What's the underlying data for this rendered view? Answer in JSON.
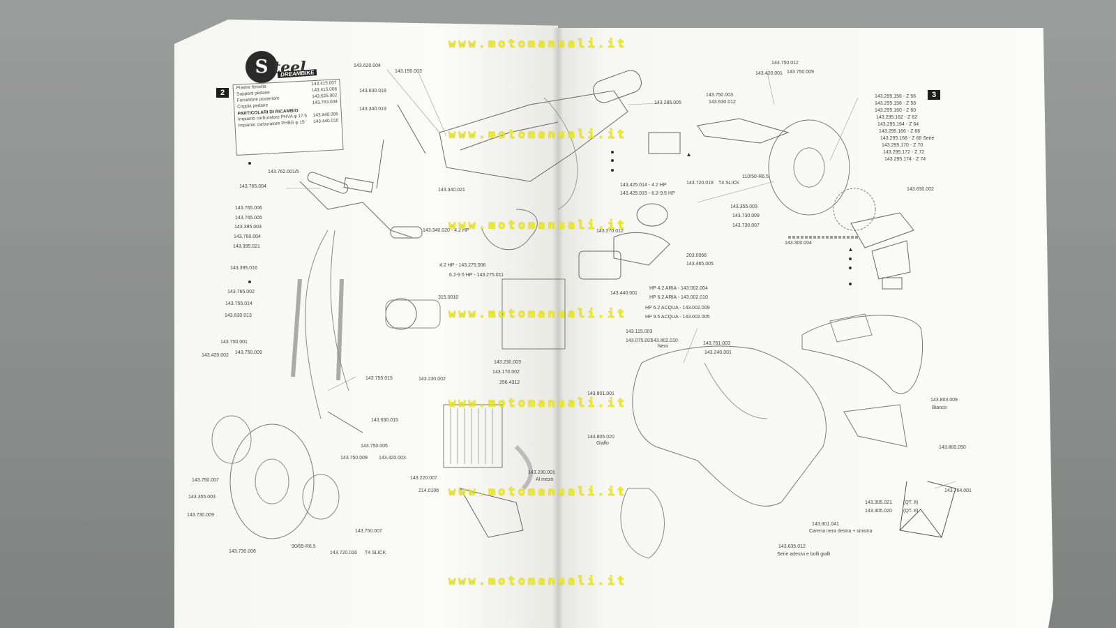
{
  "watermark_text": "www.motomanuali.it",
  "page_left": {
    "page_number": "2",
    "logo_main": "steel",
    "logo_sub": "DREAMBIKE",
    "legend": {
      "rows": [
        {
          "label": "Piastre forcella",
          "code": "143.415.007"
        },
        {
          "label": "Supporti pedane",
          "code": "143.415.008"
        },
        {
          "label": "Forcellone posteriore",
          "code": "143.625.002"
        },
        {
          "label": "Coppia pedane",
          "code": "143.763.004"
        }
      ],
      "heading": "PARTICOLARI DI RICAMBIO",
      "spare_rows": [
        {
          "label": "Impianto carburatore PHVA φ 17.5",
          "code": "143.440.006"
        },
        {
          "label": "Impianto carburatore PHBG φ 15",
          "code": "143.440.010"
        }
      ]
    },
    "labels": [
      "143.620.004",
      "143.190.003",
      "143.630.018",
      "143.340.019",
      "143.762.001/5",
      "143.765.004",
      "143.765.006",
      "143.765.005",
      "143.395.003",
      "143.760.004",
      "143.395.021",
      "143.395.016",
      "143.765.002",
      "143.755.014",
      "143.630.013",
      "143.750.001",
      "143.420.002",
      "143.750.009",
      "143.755.015",
      "143.630.015",
      "143.750.005",
      "143.750.009",
      "143.420.003",
      "143.750.007",
      "143.355.003",
      "143.730.009",
      "143.750.007",
      "143.730.006",
      "90/65-R6.5",
      "143.720.016",
      "T4 SLICK",
      "143.340.021",
      "143.340.020 - 4.2 HP",
      "4.2 HP - 143.275.006",
      "6.2-9.5 HP - 143.275.011",
      "315.0010",
      "143.230.002",
      "143.220.007",
      "214.0106",
      "143.230.001",
      "Al mezo"
    ]
  },
  "page_right": {
    "page_number": "3",
    "labels": [
      "143.750.012",
      "143.420.001",
      "143.750.009",
      "143.750.003",
      "143.630.012",
      "143.285.005",
      "143.425.014 - 4.2 HP",
      "143.425.015 - 6.2-9.5 HP",
      "143.720.018",
      "T4 SLICK",
      "110/50-R6.5",
      "143.355.003",
      "143.730.009",
      "143.730.007",
      "143.300.004",
      "143.630.002",
      "143.270.012",
      "203.0066",
      "143.465.005",
      "143.440.001",
      "HP 4.2 ARIA - 143.002.004",
      "HP 6.2 ARIA - 143.002.010",
      "HP 6.2 ACQUA - 143.002.009",
      "HP 9.5 ACQUA - 143.002.005",
      "143.115.003",
      "143.075.007",
      "143.230.003",
      "143.170.002",
      "256.4312",
      "143.802.010",
      "Nero",
      "143.761.003",
      "143.240.001",
      "143.801.001",
      "143.805.020",
      "Giallo",
      "143.803.009",
      "Bianco",
      "143.800.050",
      "143.764.001",
      "143.305.021",
      "(QT. 8)",
      "143.305.020",
      "(QT. 8)",
      "143.801.041",
      "Carena nera destra + sinistra",
      "143.635.012",
      "Serie adesivi e bolli gialli"
    ],
    "sprockets": [
      "143.295.156 - Z 56",
      "143.295.158 - Z 58",
      "143.295.160 - Z 60",
      "143.295.162 - Z 62",
      "143.295.164 - Z 64",
      "143.295.166 - Z 66",
      "143.295.168 - Z 68 Serie",
      "143.295.170 - Z 70",
      "143.295.172 - Z 72",
      "143.295.174 - Z 74"
    ]
  }
}
